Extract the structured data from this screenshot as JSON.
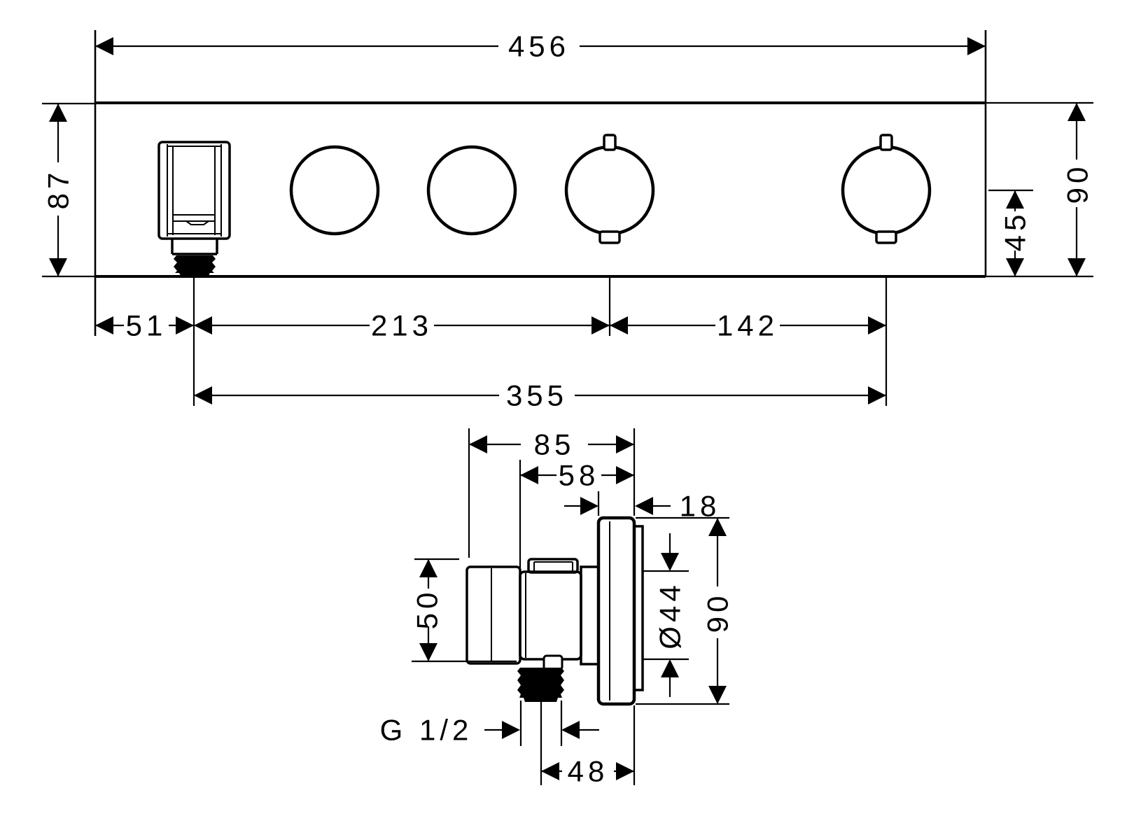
{
  "front_view": {
    "overall_width": "456",
    "height_left": "87",
    "spout_offset": "51",
    "spout_to_handle3": "213",
    "handle3_to_handle4": "142",
    "spout_to_handle4": "355",
    "center_to_bottom": "45",
    "overall_height": "90"
  },
  "side_view": {
    "total_depth": "85",
    "body_depth": "58",
    "plate_thickness": "18",
    "handle_height": "50",
    "valve_diameter": "Ø44",
    "plate_height": "90",
    "thread_spec": "G 1/2",
    "outlet_to_wall": "48"
  }
}
